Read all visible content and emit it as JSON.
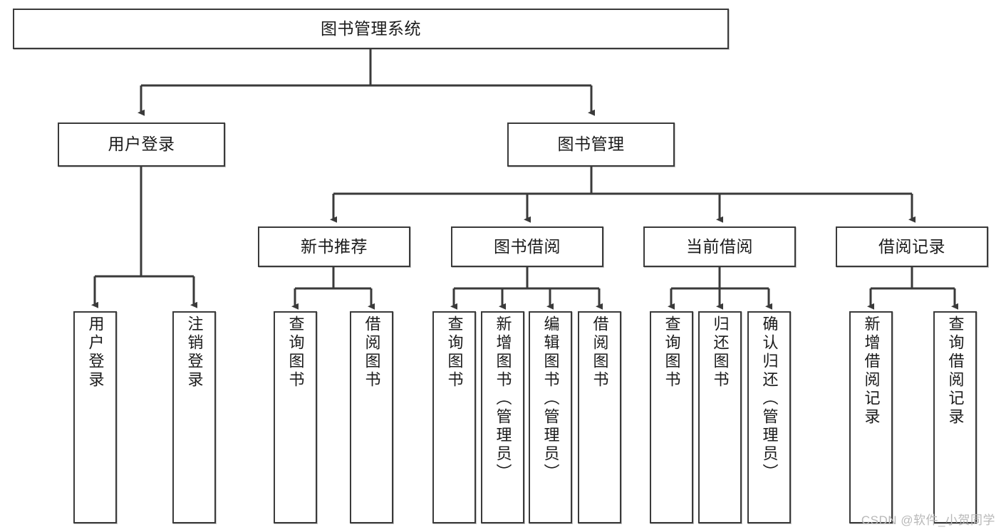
{
  "diagram": {
    "title": "图书管理系统",
    "watermark": "CSDN @软件_小贺同学",
    "edge_color": "#3a3a3a",
    "box_border_color": "#3a3a3a",
    "box_fill": "#ffffff",
    "text_color": "#1b1b1b"
  },
  "nodes": {
    "root": {
      "label": "图书管理系统"
    },
    "level2": [
      {
        "label": "用户登录"
      },
      {
        "label": "图书管理"
      }
    ],
    "level3": [
      {
        "label": "新书推荐"
      },
      {
        "label": "图书借阅"
      },
      {
        "label": "当前借阅"
      },
      {
        "label": "借阅记录"
      }
    ],
    "leaves": {
      "user_login": [
        {
          "label": "用户登录"
        },
        {
          "label": "注销登录"
        }
      ],
      "new_book": [
        {
          "label": "查询图书"
        },
        {
          "label": "借阅图书"
        }
      ],
      "book_borrow": [
        {
          "label": "查询图书"
        },
        {
          "label": "新增图书（管理员）"
        },
        {
          "label": "编辑图书（管理员）"
        },
        {
          "label": "借阅图书"
        }
      ],
      "current_borrow": [
        {
          "label": "查询图书"
        },
        {
          "label": "归还图书"
        },
        {
          "label": "确认归还（管理员）"
        }
      ],
      "borrow_record": [
        {
          "label": "新增借阅记录"
        },
        {
          "label": "查询借阅记录"
        }
      ]
    }
  }
}
